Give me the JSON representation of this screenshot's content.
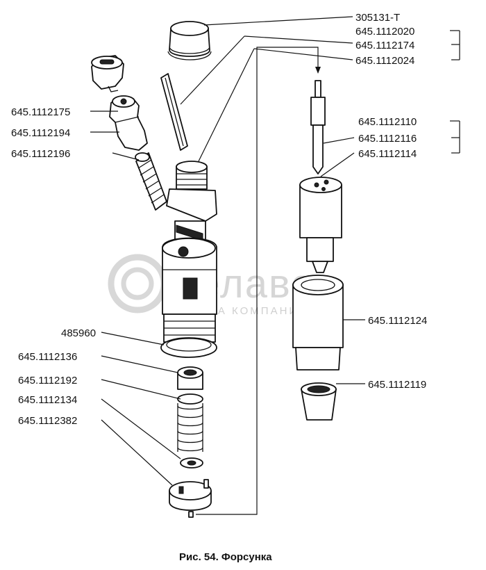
{
  "watermark": {
    "brand": "белаво",
    "subtitle": "ГРУППА КОМПАНИЙ"
  },
  "caption": "Рис. 54. Форсунка",
  "labels": {
    "p305131t": "305131-Т",
    "p1112020": "645.1112020",
    "p1112174": "645.1112174",
    "p1112024": "645.1112024",
    "p1112175": "645.1112175",
    "p1112194": "645.1112194",
    "p1112196": "645.1112196",
    "p1112110": "645.1112110",
    "p1112116": "645.1112116",
    "p1112114": "645.1112114",
    "p485960": "485960",
    "p1112124": "645.1112124",
    "p1112136": "645.1112136",
    "p1112192": "645.1112192",
    "p1112134": "645.1112134",
    "p1112119": "645.1112119",
    "p1112382": "645.1112382"
  }
}
